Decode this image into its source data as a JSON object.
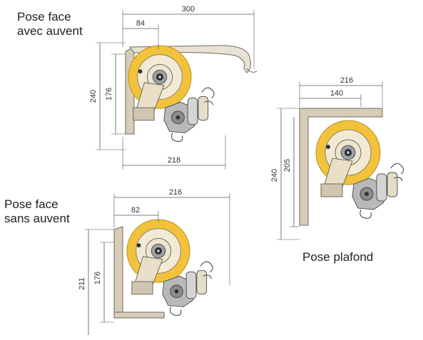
{
  "labels": {
    "avec_line1": "Pose face",
    "avec_line2": "avec auvent",
    "sans_line1": "Pose face",
    "sans_line2": "sans auvent",
    "plafond": "Pose plafond"
  },
  "dims": {
    "avec": {
      "width_total": "300",
      "width_inner": "84",
      "height_outer": "240",
      "height_inner": "176",
      "width_bottom": "218"
    },
    "sans": {
      "width_total": "216",
      "width_inner": "82",
      "height_outer": "211",
      "height_inner": "176"
    },
    "plafond": {
      "width_total": "216",
      "width_inner": "140",
      "height_outer": "240",
      "height_inner": "205"
    }
  },
  "colors": {
    "frame": "#d6ccb8",
    "frame_stroke": "#6f6a5e",
    "roll_yellow": "#f2c23a",
    "roll_cream": "#f3ead6",
    "motor_grey": "#b9b9b9",
    "dim_line": "#555555"
  }
}
